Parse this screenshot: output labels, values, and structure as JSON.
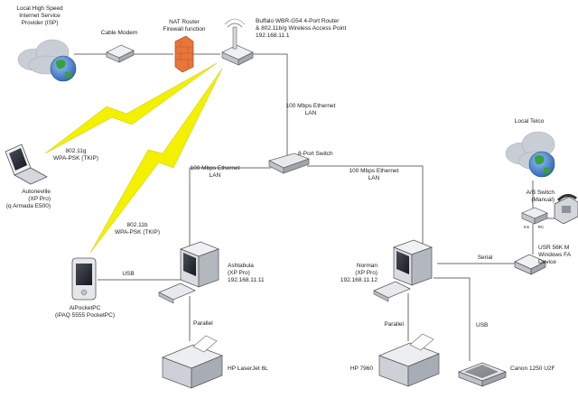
{
  "labels": {
    "isp_left": "Local High Speed\nInternet Service\nProvider (ISP)",
    "cable_modem": "Cable Modem",
    "nat_router": "NAT Router\nFirewall function",
    "buffalo": "Buffalo WBR-G54 4-Port Router\n& 802.11b/g Wireless Access Point\n192.168.11.1",
    "ethernet_main": "100 Mbps Ethernet\nLAN",
    "wifi_g": "802.11g\nWPA-PSK (TKIP)",
    "laptop": "Autoneville\n(XP Pro)\n(q Armada E500)",
    "wifi_b": "802.11b\nWPA-PSK (TKIP)",
    "switch": "8-Port Switch",
    "ethernet_left": "100 Mbps Ethernet\nLAN",
    "ethernet_right": "100 Mbps Ethernet\nLAN",
    "pda": "AiPocketPC\n(iPAQ 5555 PocketPC)",
    "usb_left": "USB",
    "ashtabula": "Ashtabula\n(XP Pro)\n192.168.11.11",
    "parallel_left": "Parallel",
    "hp_laserjet": "HP LaserJet 6L",
    "norman": "Norman\n(XP Pro)\n192.168.11.12",
    "parallel_right": "Parallel",
    "usb_right": "USB",
    "hp_7960": "HP 7960",
    "canon": "Canon 1250 U2F",
    "telco": "Local Telco",
    "ab_switch": "A/B Switch\n(Manual)",
    "usr_modem": "USR 56K M\nWindows FA\nDevice",
    "serial": "Serial",
    "line_a": "Ins",
    "line_b": "RC"
  },
  "colors": {
    "line": "#6b6b6b",
    "lightning": "#f3f000",
    "cloud": "#c9ced6",
    "globe_sea": "#3f7fd1",
    "globe_land": "#3aa03a",
    "firewall": "#e8763a",
    "device": "#d9dbe0"
  }
}
